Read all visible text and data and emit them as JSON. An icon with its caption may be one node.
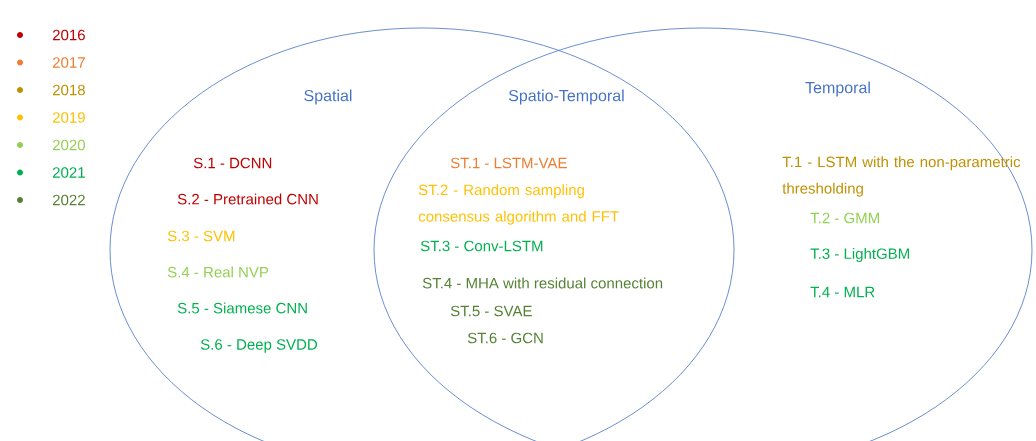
{
  "diagram": {
    "nodes": [
      {
        "text": [
          "Spatial"
        ]
      },
      {
        "text": [
          "Temporal"
        ]
      }
    ],
    "labels": [
      "Spatio-Temporal",
      "S.1 - DCNN",
      "S.2 - Pretrained CNN",
      "S.3 - SVM",
      "S.4 - Real NVP",
      "S.5 - Siamese CNN",
      "S.6 - Deep SVDD",
      "ST.1 - LSTM-VAE",
      "ST.2 - Random sampling consensus algorithm and FFT",
      "ST.3 - Conv-LSTM",
      "ST.4 - MHA with residual connection",
      "ST.5 - SVAE",
      "ST.6 - GCN",
      "T.1 - LSTM with the non-parametric thresholding",
      "T.2 - GMM",
      "T.3 - LightGBM",
      "T.4 - MLR"
    ],
    "legend": [
      {
        "text": "2016",
        "color": "#c00000"
      },
      {
        "text": "2017",
        "color": "#ed7d31"
      },
      {
        "text": "2018",
        "color": "#bf9000"
      },
      {
        "text": "2019",
        "color": "#ffc000"
      },
      {
        "text": "2020",
        "color": "#92d050"
      },
      {
        "text": "2021",
        "color": "#00b050"
      },
      {
        "text": "2022",
        "color": "#548235"
      }
    ]
  }
}
